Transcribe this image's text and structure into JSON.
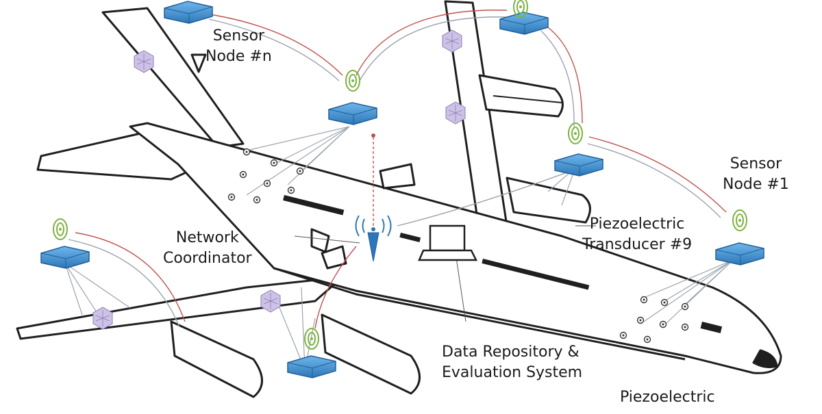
{
  "labels": {
    "sensor_node_n": [
      "Sensor",
      "Node #n"
    ],
    "sensor_node_1": [
      "Sensor",
      "Node #1"
    ],
    "network_coordinator": [
      "Network",
      "Coordinator"
    ],
    "piezo_transducer_9": [
      "Piezoelectric",
      "Transducer #9"
    ],
    "data_repository": [
      "Data Repository &",
      "Evaluation System"
    ],
    "piezo_bottom": "Piezoelectric"
  },
  "colors": {
    "outline": "#1f1f1f",
    "sensor_blue": "#3e8fd0",
    "sensor_blue_dark": "#1f5f98",
    "wireless_green": "#7cb342",
    "link_red": "#c0504d",
    "wire_gray": "#9aa3ad",
    "hub_purple": "#b8a9d6"
  },
  "icons": {
    "sensor": "sensor-node-icon",
    "wireless": "wireless-signal-icon",
    "antenna": "antenna-tower-icon",
    "laptop": "laptop-icon",
    "transducer": "piezo-transducer-icon",
    "hub": "wiring-hub-icon"
  }
}
